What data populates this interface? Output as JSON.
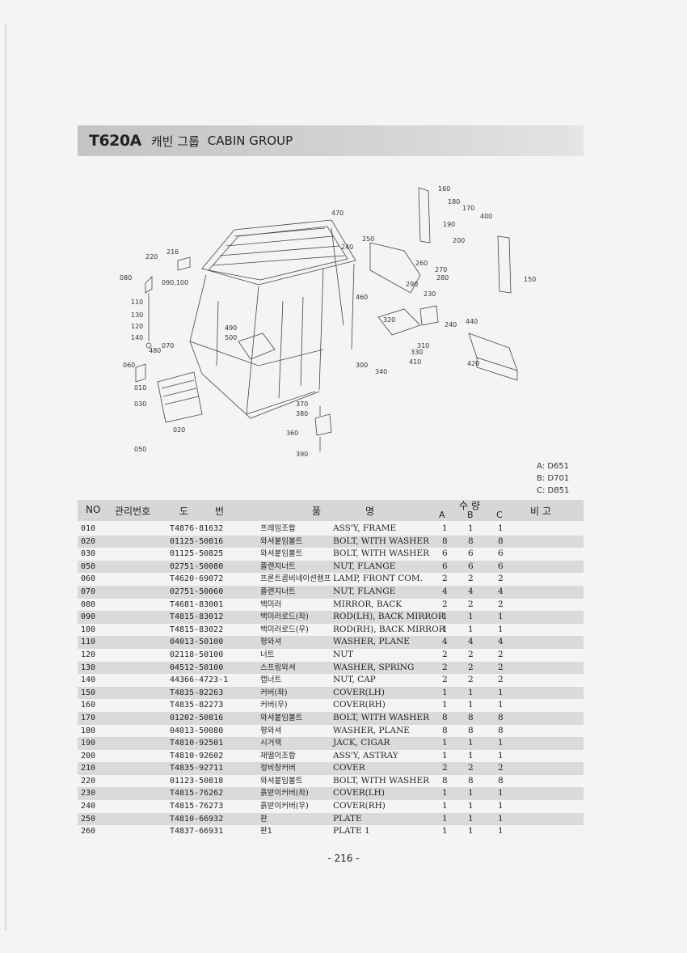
{
  "header": {
    "model": "T620A",
    "title_ko": "캐빈 그룹",
    "title_en": "CABIN GROUP"
  },
  "diagram": {
    "callouts": [
      "160",
      "180",
      "170",
      "400",
      "190",
      "200",
      "470",
      "250",
      "240",
      "260",
      "270",
      "280",
      "290",
      "230",
      "460",
      "150",
      "216",
      "220",
      "080",
      "090,100",
      "110",
      "130",
      "120",
      "140",
      "480",
      "070",
      "490",
      "500",
      "060",
      "010",
      "030",
      "020",
      "050",
      "320",
      "310",
      "330",
      "410",
      "300",
      "340",
      "240",
      "440",
      "420",
      "370",
      "380",
      "360",
      "390"
    ]
  },
  "legend": {
    "a": "A: D651",
    "b": "B: D701",
    "c": "C: D851"
  },
  "table": {
    "headers": {
      "no": "NO",
      "mgmt": "관리번호",
      "drawing_1": "도",
      "drawing_2": "번",
      "name_1": "품",
      "name_2": "명",
      "qty": "수  량",
      "a": "A",
      "b": "B",
      "c": "C",
      "remark": "비  고"
    },
    "rows": [
      {
        "no": "010",
        "pn": "T4876-81632",
        "ko": "프레임조합",
        "en": "ASS'Y, FRAME",
        "a": "1",
        "b": "1",
        "c": "1"
      },
      {
        "no": "020",
        "pn": "01125-50816",
        "ko": "와셔붙임볼트",
        "en": "BOLT, WITH WASHER",
        "a": "8",
        "b": "8",
        "c": "8"
      },
      {
        "no": "030",
        "pn": "01125-50825",
        "ko": "와셔붙임볼트",
        "en": "BOLT, WITH WASHER",
        "a": "6",
        "b": "6",
        "c": "6"
      },
      {
        "no": "050",
        "pn": "02751-50080",
        "ko": "플랜지너트",
        "en": "NUT, FLANGE",
        "a": "6",
        "b": "6",
        "c": "6"
      },
      {
        "no": "060",
        "pn": "T4620-69072",
        "ko": "프론트콤비네이션램프",
        "en": "LAMP, FRONT COM.",
        "a": "2",
        "b": "2",
        "c": "2"
      },
      {
        "no": "070",
        "pn": "02751-50060",
        "ko": "플랜지너트",
        "en": "NUT, FLANGE",
        "a": "4",
        "b": "4",
        "c": "4"
      },
      {
        "no": "080",
        "pn": "T4681-83001",
        "ko": "백미러",
        "en": "MIRROR, BACK",
        "a": "2",
        "b": "2",
        "c": "2"
      },
      {
        "no": "090",
        "pn": "T4815-83012",
        "ko": "백미러로드(좌)",
        "en": "ROD(LH), BACK MIRROR",
        "a": "1",
        "b": "1",
        "c": "1"
      },
      {
        "no": "100",
        "pn": "T4815-83022",
        "ko": "백미러로드(우)",
        "en": "ROD(RH), BACK MIRROR",
        "a": "1",
        "b": "1",
        "c": "1"
      },
      {
        "no": "110",
        "pn": "04013-50100",
        "ko": "평와셔",
        "en": "WASHER, PLANE",
        "a": "4",
        "b": "4",
        "c": "4"
      },
      {
        "no": "120",
        "pn": "02118-50100",
        "ko": "너트",
        "en": "NUT",
        "a": "2",
        "b": "2",
        "c": "2"
      },
      {
        "no": "130",
        "pn": "04512-50100",
        "ko": "스프링와셔",
        "en": "WASHER, SPRING",
        "a": "2",
        "b": "2",
        "c": "2"
      },
      {
        "no": "140",
        "pn": "44366-4723-1",
        "ko": "캡너트",
        "en": "NUT, CAP",
        "a": "2",
        "b": "2",
        "c": "2"
      },
      {
        "no": "150",
        "pn": "T4835-82263",
        "ko": "커버(좌)",
        "en": "COVER(LH)",
        "a": "1",
        "b": "1",
        "c": "1"
      },
      {
        "no": "160",
        "pn": "T4835-82273",
        "ko": "커버(우)",
        "en": "COVER(RH)",
        "a": "1",
        "b": "1",
        "c": "1"
      },
      {
        "no": "170",
        "pn": "01202-50816",
        "ko": "와셔붙임볼트",
        "en": "BOLT, WITH WASHER",
        "a": "8",
        "b": "8",
        "c": "8"
      },
      {
        "no": "180",
        "pn": "04013-50080",
        "ko": "평와셔",
        "en": "WASHER, PLANE",
        "a": "8",
        "b": "8",
        "c": "8"
      },
      {
        "no": "190",
        "pn": "T4810-92501",
        "ko": "시거잭",
        "en": "JACK, CIGAR",
        "a": "1",
        "b": "1",
        "c": "1"
      },
      {
        "no": "200",
        "pn": "T4810-92602",
        "ko": "재떨이조합",
        "en": "ASS'Y, ASTRAY",
        "a": "1",
        "b": "1",
        "c": "1"
      },
      {
        "no": "210",
        "pn": "T4835-92711",
        "ko": "정비창커버",
        "en": "COVER",
        "a": "2",
        "b": "2",
        "c": "2"
      },
      {
        "no": "220",
        "pn": "01123-50818",
        "ko": "와셔붙임볼트",
        "en": "BOLT, WITH WASHER",
        "a": "8",
        "b": "8",
        "c": "8"
      },
      {
        "no": "230",
        "pn": "T4815-76262",
        "ko": "흙받이커버(좌)",
        "en": "COVER(LH)",
        "a": "1",
        "b": "1",
        "c": "1"
      },
      {
        "no": "240",
        "pn": "T4815-76273",
        "ko": "흙받이커버(우)",
        "en": "COVER(RH)",
        "a": "1",
        "b": "1",
        "c": "1"
      },
      {
        "no": "250",
        "pn": "T4810-66932",
        "ko": "판",
        "en": "PLATE",
        "a": "1",
        "b": "1",
        "c": "1"
      },
      {
        "no": "260",
        "pn": "T4837-66931",
        "ko": "판1",
        "en": "PLATE 1",
        "a": "1",
        "b": "1",
        "c": "1"
      }
    ]
  },
  "footer": {
    "page_number": "- 216 -"
  }
}
